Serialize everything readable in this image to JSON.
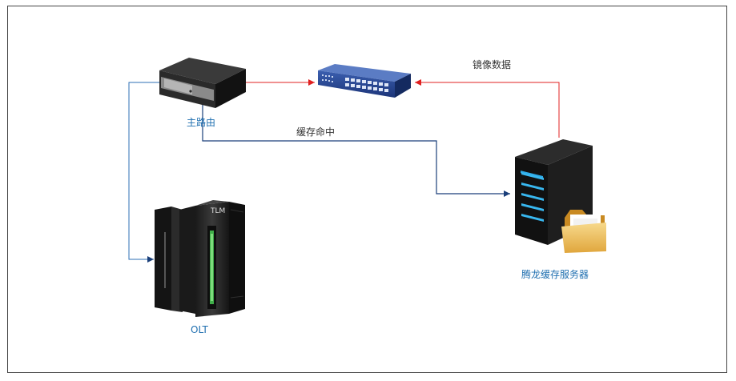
{
  "labels": {
    "main_router": "主路由",
    "olt": "OLT",
    "cache_server": "腾龙缓存服务器",
    "cache_hit": "缓存命中",
    "mirror_data": "镜像数据",
    "olt_badge": "TLM"
  },
  "colors": {
    "link_red": "#e02020",
    "link_blue": "#1a3f7a",
    "label_blue": "#1f6fb0"
  },
  "icons": {
    "router": "router-icon",
    "switch": "switch-icon",
    "olt": "olt-rack-icon",
    "server": "server-tower-icon",
    "folder": "folder-icon"
  }
}
